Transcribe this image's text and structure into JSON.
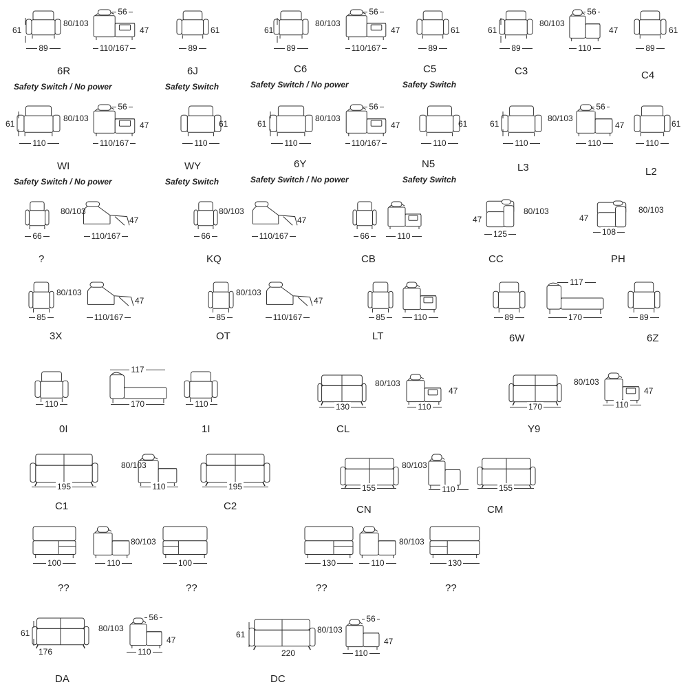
{
  "modules": [
    {
      "code": "6R",
      "note": "Safety Switch / No power",
      "dims": [
        "61",
        "89",
        "80/103",
        "56",
        "47",
        "110/167"
      ]
    },
    {
      "code": "6J",
      "note": "Safety Switch",
      "dims": [
        "61",
        "89"
      ]
    },
    {
      "code": "C6",
      "note": "Safety Switch / No power",
      "dims": [
        "61",
        "89",
        "80/103",
        "56",
        "47",
        "110/167"
      ]
    },
    {
      "code": "C5",
      "note": "Safety Switch",
      "dims": [
        "61",
        "89"
      ]
    },
    {
      "code": "C3",
      "dims": [
        "61",
        "89",
        "80/103",
        "56",
        "47",
        "110"
      ]
    },
    {
      "code": "C4",
      "dims": [
        "61",
        "89"
      ]
    },
    {
      "code": "WI",
      "note": "Safety Switch / No power",
      "dims": [
        "61",
        "110",
        "80/103",
        "56",
        "47",
        "110/167"
      ]
    },
    {
      "code": "WY",
      "note": "Safety Switch",
      "dims": [
        "61",
        "110"
      ]
    },
    {
      "code": "6Y",
      "note": "Safety Switch / No power",
      "dims": [
        "61",
        "110",
        "80/103",
        "56",
        "47",
        "110/167"
      ]
    },
    {
      "code": "N5",
      "note": "Safety Switch",
      "dims": [
        "61",
        "110"
      ]
    },
    {
      "code": "L3",
      "dims": [
        "61",
        "110",
        "80/103",
        "56",
        "47",
        "110"
      ]
    },
    {
      "code": "L2",
      "dims": [
        "61",
        "110"
      ]
    },
    {
      "code": "?",
      "dims": [
        "66",
        "80/103",
        "47",
        "110/167"
      ]
    },
    {
      "code": "KQ",
      "dims": [
        "66",
        "80/103",
        "47",
        "110/167"
      ]
    },
    {
      "code": "CB",
      "dims": [
        "66",
        "110"
      ]
    },
    {
      "code": "CC",
      "dims": [
        "47",
        "125",
        "80/103"
      ]
    },
    {
      "code": "PH",
      "dims": [
        "47",
        "108",
        "80/103"
      ]
    },
    {
      "code": "3X",
      "dims": [
        "85",
        "80/103",
        "47",
        "110/167"
      ]
    },
    {
      "code": "OT",
      "dims": [
        "85",
        "80/103",
        "47",
        "110/167"
      ]
    },
    {
      "code": "LT",
      "dims": [
        "85",
        "110"
      ]
    },
    {
      "code": "6W",
      "dims": [
        "89",
        "117",
        "170"
      ]
    },
    {
      "code": "6Z",
      "dims": [
        "89"
      ]
    },
    {
      "code": "0I",
      "dims": [
        "110",
        "117",
        "170"
      ]
    },
    {
      "code": "1I",
      "dims": [
        "110"
      ]
    },
    {
      "code": "CL",
      "dims": [
        "130",
        "80/103",
        "47",
        "110"
      ]
    },
    {
      "code": "Y9",
      "dims": [
        "170",
        "80/103",
        "47",
        "110"
      ]
    },
    {
      "code": "C1",
      "dims": [
        "195",
        "80/103",
        "110"
      ]
    },
    {
      "code": "C2",
      "dims": [
        "195"
      ]
    },
    {
      "code": "CN",
      "dims": [
        "155",
        "80/103",
        "110"
      ]
    },
    {
      "code": "CM",
      "dims": [
        "155"
      ]
    },
    {
      "code": "??",
      "dims": [
        "100",
        "110",
        "80/103"
      ]
    },
    {
      "code": "??",
      "dims": [
        "100"
      ]
    },
    {
      "code": "??",
      "dims": [
        "130",
        "110",
        "80/103"
      ]
    },
    {
      "code": "??",
      "dims": [
        "130"
      ]
    },
    {
      "code": "DA",
      "dims": [
        "61",
        "176",
        "80/103",
        "56",
        "47",
        "110"
      ]
    },
    {
      "code": "DC",
      "dims": [
        "61",
        "220",
        "80/103",
        "56",
        "47",
        "110"
      ]
    }
  ]
}
